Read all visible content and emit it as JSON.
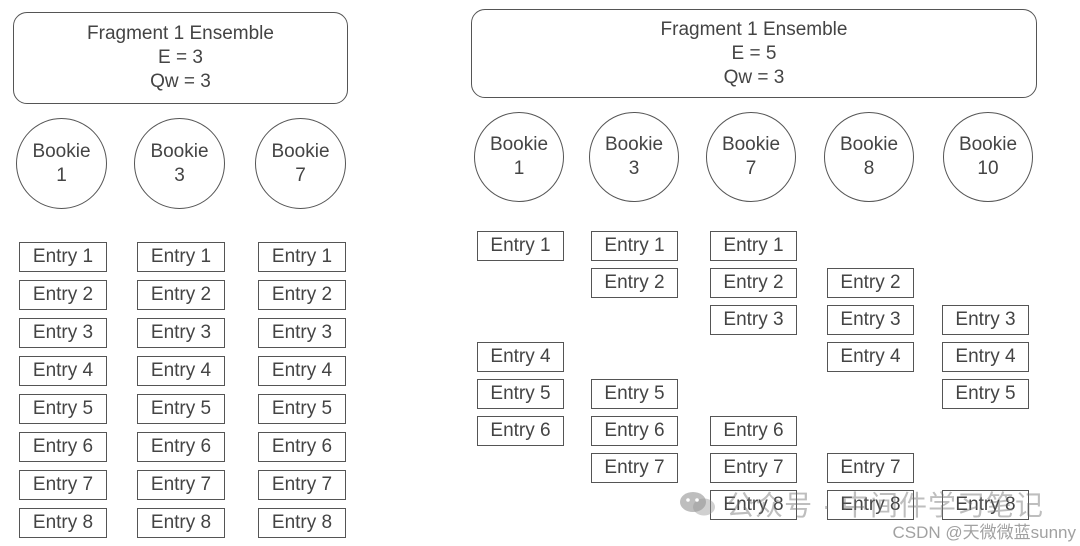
{
  "left": {
    "ensemble": {
      "line1": "Fragment 1 Ensemble",
      "line2": "E = 3",
      "line3": "Qw = 3"
    },
    "bookies": [
      {
        "name": "Bookie",
        "num": "1"
      },
      {
        "name": "Bookie",
        "num": "3"
      },
      {
        "name": "Bookie",
        "num": "7"
      }
    ],
    "entries": [
      "Entry 1",
      "Entry 2",
      "Entry 3",
      "Entry 4",
      "Entry 5",
      "Entry 6",
      "Entry 7",
      "Entry 8"
    ]
  },
  "right": {
    "ensemble": {
      "line1": "Fragment 1 Ensemble",
      "line2": "E = 5",
      "line3": "Qw = 3"
    },
    "bookies": [
      {
        "name": "Bookie",
        "num": "1"
      },
      {
        "name": "Bookie",
        "num": "3"
      },
      {
        "name": "Bookie",
        "num": "7"
      },
      {
        "name": "Bookie",
        "num": "8"
      },
      {
        "name": "Bookie",
        "num": "10"
      }
    ],
    "entries": [
      [
        "Entry 1",
        "Entry 4",
        "Entry 5",
        "Entry 6"
      ],
      [
        "Entry 1",
        "Entry 2",
        "Entry 5",
        "Entry 6",
        "Entry 7"
      ],
      [
        "Entry 1",
        "Entry 2",
        "Entry 3",
        "Entry 6",
        "Entry 7",
        "Entry 8"
      ],
      [
        "Entry 2",
        "Entry 3",
        "Entry 4",
        "Entry 7",
        "Entry 8"
      ],
      [
        "Entry 3",
        "Entry 4",
        "Entry 5",
        "Entry 8"
      ]
    ]
  },
  "watermarks": {
    "wechat": "公众号 · 中间件学习笔记",
    "csdn": "CSDN @天微微蓝sunny"
  }
}
